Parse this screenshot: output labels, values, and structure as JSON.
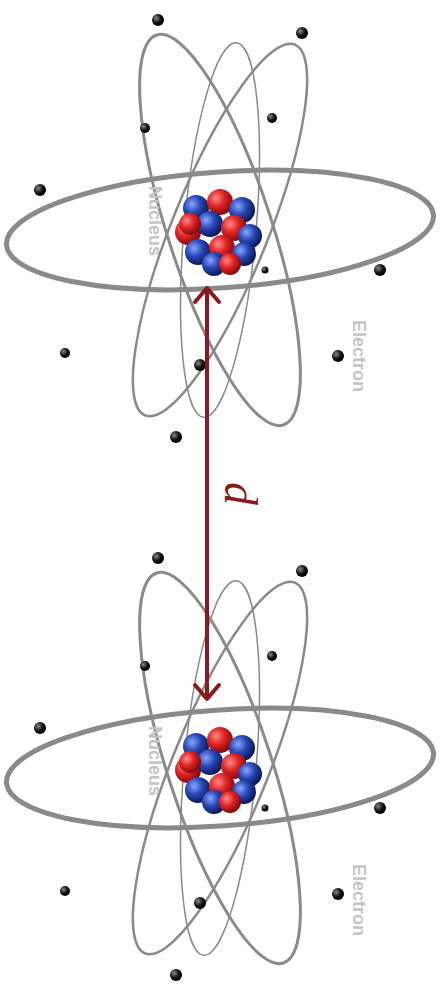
{
  "diagram": {
    "nodes": [
      {
        "text": [
          "Nucleus"
        ]
      },
      {
        "text": [
          "Nucleus"
        ]
      }
    ],
    "edges": [
      {
        "from": 0,
        "to": 1,
        "arrow": "both",
        "label": "d"
      }
    ],
    "labels": [
      "Electron",
      "Electron"
    ]
  }
}
